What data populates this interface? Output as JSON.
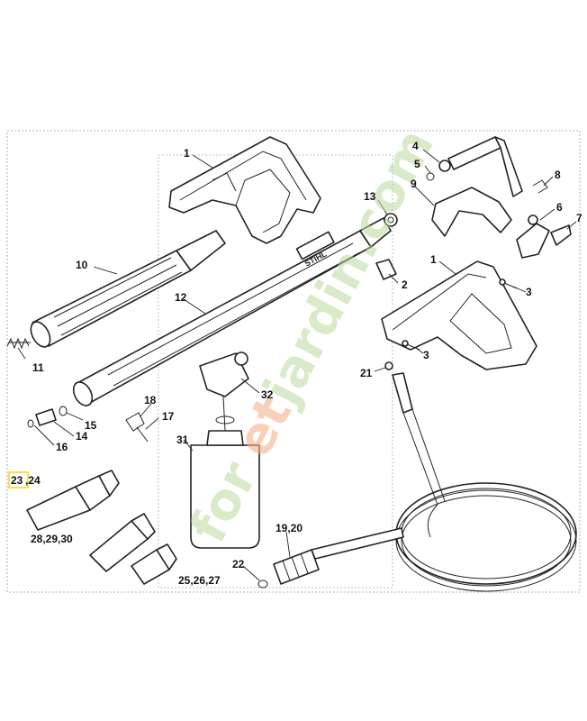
{
  "diagram": {
    "labels": {
      "p1_top": "1",
      "p1_right": "1",
      "p2": "2",
      "p3_upper": "3",
      "p3_lower": "3",
      "p4": "4",
      "p5": "5",
      "p6": "6",
      "p7": "7",
      "p8": "8",
      "p9": "9",
      "p10": "10",
      "p11": "11",
      "p12": "12",
      "p13": "13",
      "p14": "14",
      "p15": "15",
      "p16": "16",
      "p17": "17",
      "p18": "18",
      "p19_20": "19,20",
      "p21": "21",
      "p22": "22",
      "p23": "23",
      "p24": ",24",
      "p25_27": "25,26,27",
      "p28_30": "28,29,30",
      "p31": "31",
      "p32": "32"
    },
    "lance_brand": "STIHL",
    "watermark": {
      "part1": "for",
      "part2": "et",
      "part3": "jardin.com"
    },
    "highlight_color": "#f5e14a"
  }
}
